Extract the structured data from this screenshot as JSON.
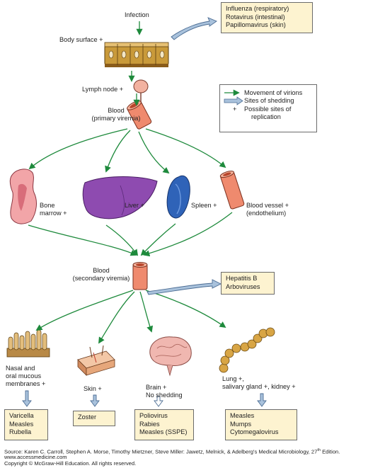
{
  "diagram": {
    "infection": "Infection",
    "body_surface": "Body surface +",
    "lymph_node": "Lymph node +",
    "blood_primary": [
      "Blood",
      "(primary viremia)"
    ],
    "bone_marrow": [
      "Bone",
      "marrow +"
    ],
    "liver": "Liver +",
    "spleen": "Spleen +",
    "blood_vessel": [
      "Blood vessel +",
      "(endothelium)"
    ],
    "blood_secondary": [
      "Blood",
      "(secondary viremia)"
    ],
    "nasal": [
      "Nasal and",
      "oral mucous",
      "membranes +"
    ],
    "skin": "Skin +",
    "brain": [
      "Brain +",
      "No shedding"
    ],
    "lung": [
      "Lung +,",
      "salivary gland +, kidney +"
    ]
  },
  "boxes": {
    "surface_viruses": [
      "Influenza (respiratory)",
      "Rotavirus (intestinal)",
      "Papillomavirus (skin)"
    ],
    "blood_viruses": [
      "Hepatitis B",
      "Arboviruses"
    ],
    "nasal_viruses": [
      "Varicella",
      "Measles",
      "Rubella"
    ],
    "skin_viruses": [
      "Zoster"
    ],
    "brain_viruses": [
      "Poliovirus",
      "Rabies",
      "Measles (SSPE)"
    ],
    "lung_viruses": [
      "Measles",
      "Mumps",
      "Cytomegalovirus"
    ]
  },
  "legend": {
    "movement": "Movement of virions",
    "shedding": "Sites of shedding",
    "plus_symbol": "+",
    "replication": [
      "Possible sites of",
      "replication"
    ]
  },
  "source": {
    "line1_prefix": "Source: Karen C. Carroll, Stephen A. Morse, Timothy Mietzner, Steve Miller: Jawetz, Melnick, & Adelberg's Medical Microbiology, 27",
    "line1_sup": "th",
    "line1_suffix": " Edition.",
    "url": "www.accessmedicine.com",
    "copyright": "Copyright © McGraw-Hill Education.  All rights reserved."
  },
  "colors": {
    "arrow_green": "#1e8a3c",
    "shed_blue": "#a9c2dc",
    "box_fill": "#fdf3d0"
  }
}
